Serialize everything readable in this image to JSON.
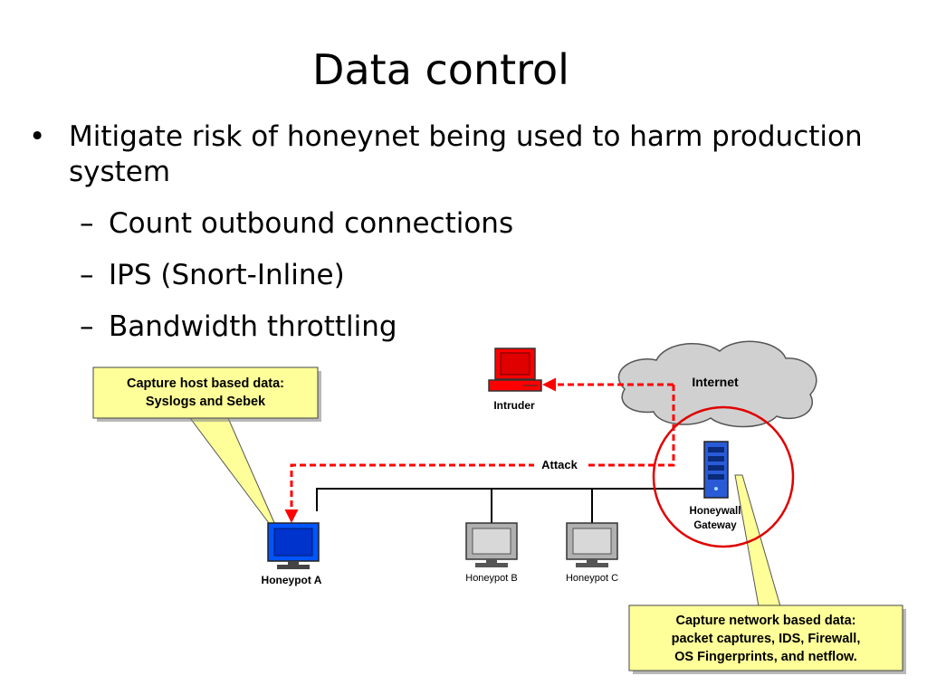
{
  "slide": {
    "title": "Data control",
    "bullet": "Mitigate risk of honeynet being used to harm production system",
    "subbullets": [
      "Count outbound connections",
      "IPS (Snort-Inline)",
      "Bandwidth throttling"
    ]
  },
  "diagram": {
    "callout_host": [
      "Capture host based data:",
      "Syslogs and Sebek"
    ],
    "callout_network": [
      "Capture network based data:",
      "packet captures, IDS, Firewall,",
      "OS Fingerprints, and netflow."
    ],
    "internet_label": "Internet",
    "intruder_label": "Intruder",
    "attack_label": "Attack",
    "honeywall_label": [
      "Honeywall",
      "Gateway"
    ],
    "honeypot_a_label": "Honeypot A",
    "honeypot_b_label": "Honeypot B",
    "honeypot_c_label": "Honeypot C"
  },
  "colors": {
    "callout_fill": "#ffff99",
    "attack_line": "#ff0000",
    "highlight_circle": "#e00000",
    "cloud_fill": "#d0d0d0",
    "intruder": "#ff0000",
    "honeypot_a": "#0055ff",
    "honeypot_gray": "#b0b0b0",
    "gateway": "#2a5bd7"
  }
}
